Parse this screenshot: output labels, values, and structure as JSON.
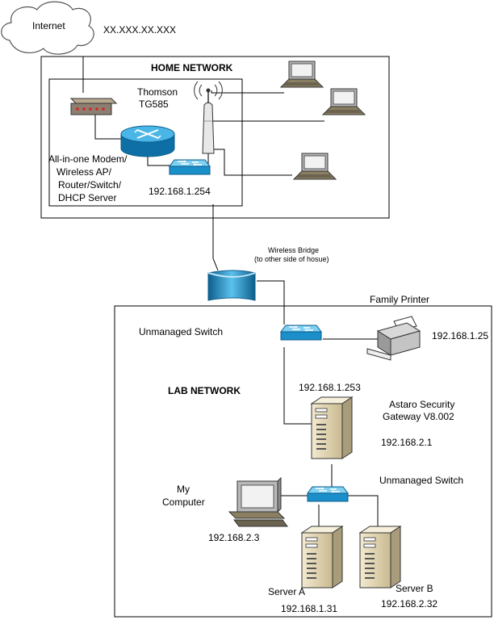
{
  "internet": {
    "label": "Internet",
    "ip": "XX.XXX.XX.XXX"
  },
  "home_network": {
    "title": "HOME NETWORK",
    "router_model": [
      "Thomson",
      "TG585"
    ],
    "router_description": [
      "All-in-one Modem/",
      "Wireless AP/",
      "Router/Switch/",
      "DHCP Server"
    ],
    "router_ip": "192.168.1.254"
  },
  "wireless_bridge": {
    "label": [
      "Wireless Bridge",
      "(to other side of hosue)"
    ]
  },
  "lab_network": {
    "title": "LAB NETWORK",
    "unmanaged_switch_1": {
      "label": "Unmanaged Switch",
      "ip": "192.168.1.253"
    },
    "printer": {
      "label": "Family Printer",
      "ip": "192.168.1.25"
    },
    "gateway": {
      "label": [
        "Astaro Security",
        "Gateway V8.002"
      ],
      "ip": "192.168.2.1"
    },
    "unmanaged_switch_2": {
      "label": "Unmanaged Switch"
    },
    "my_computer": {
      "label": [
        "My",
        "Computer"
      ],
      "ip": "192.168.2.3"
    },
    "server_a": {
      "label": "Server A",
      "ip": "192.168.1.31"
    },
    "server_b": {
      "label": "Server B",
      "ip": "192.168.2.32"
    }
  },
  "colors": {
    "device_blue": "#1b8fc9",
    "device_blue_dark": "#0d5e8c",
    "box_stroke": "#000000"
  }
}
